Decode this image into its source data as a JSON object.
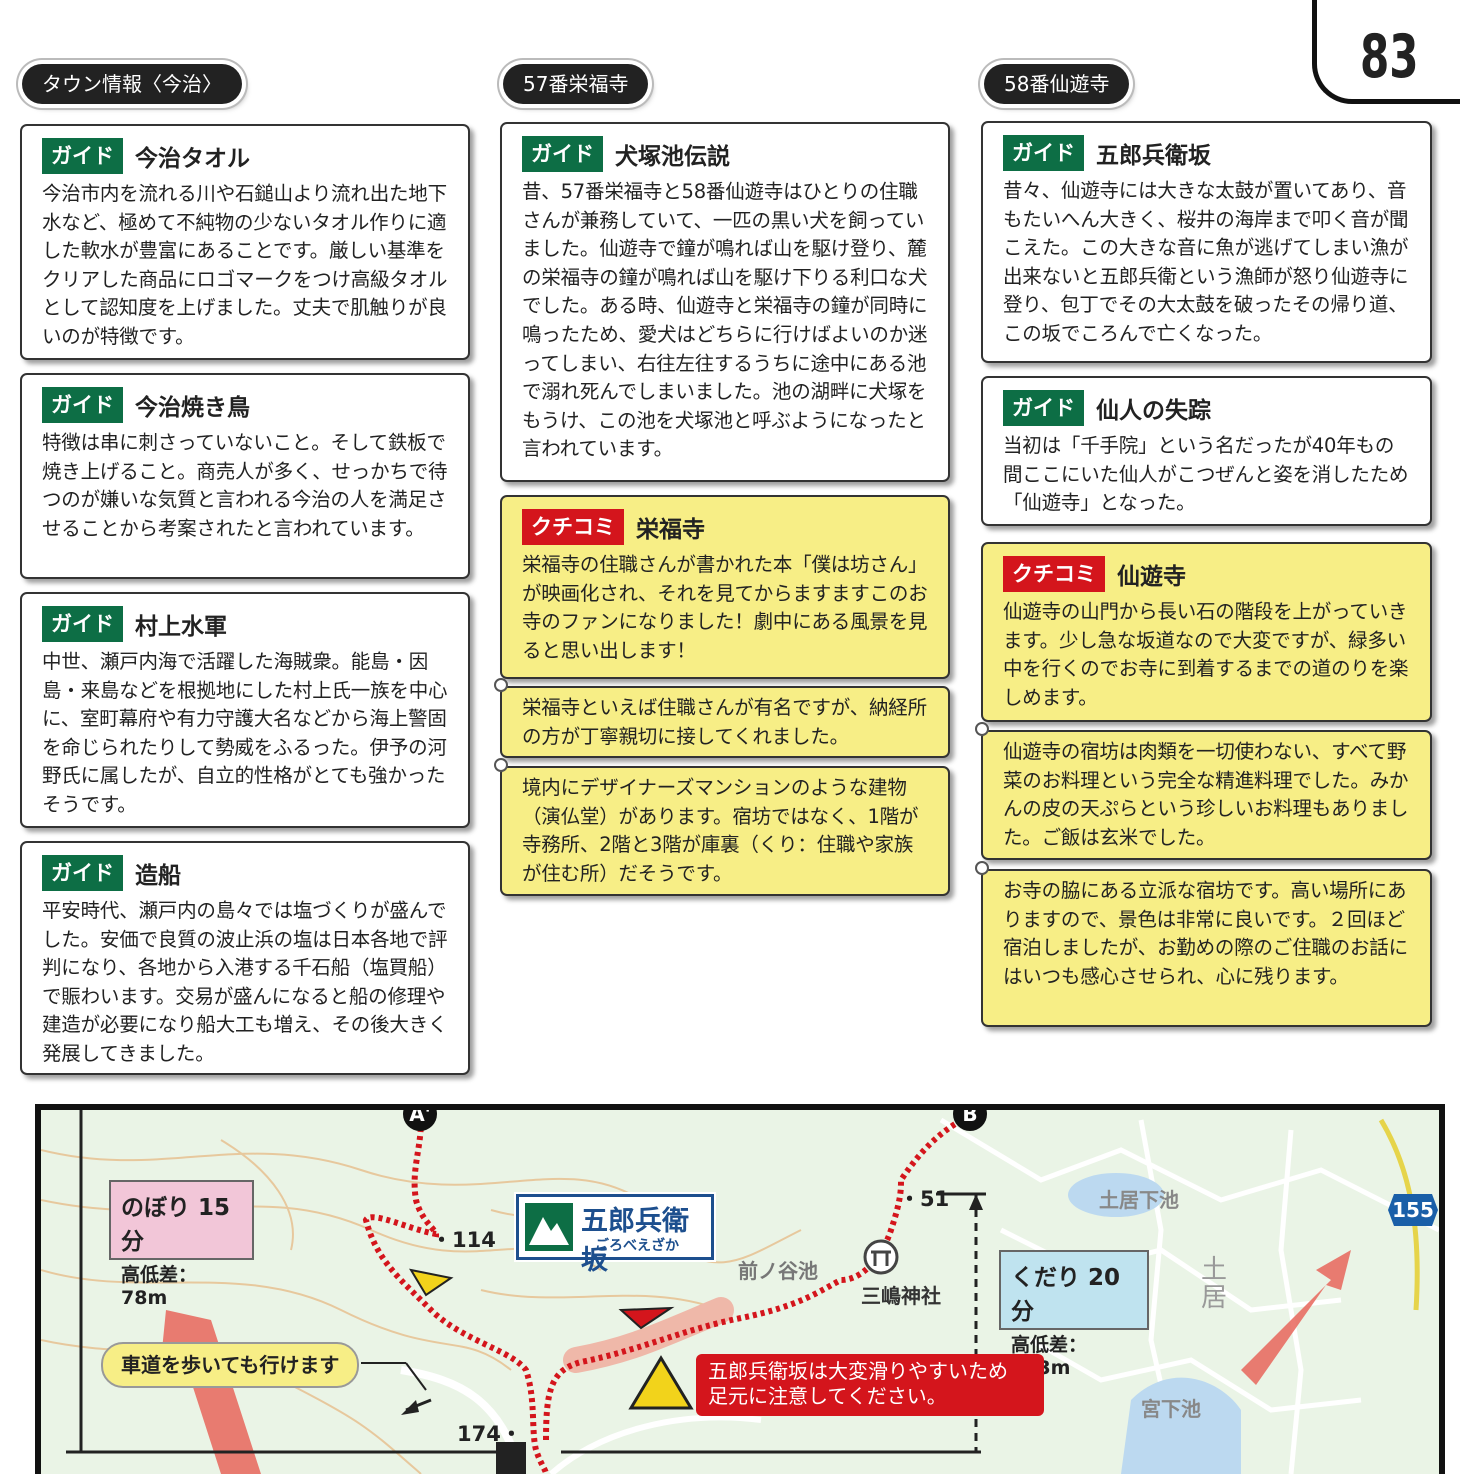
{
  "page_number": "83",
  "sections": {
    "imabari": {
      "label": "タウン情報〈今治〉",
      "cards": [
        {
          "tag": "ガイド",
          "title": "今治タオル",
          "body": "今治市内を流れる川や石鎚山より流れ出た地下水など、極めて不純物の少ないタオル作りに適した軟水が豊富にあることです。厳しい基準をクリアした商品にロゴマークをつけ高級タオルとして認知度を上げました。丈夫で肌触りが良いのが特徴です。"
        },
        {
          "tag": "ガイド",
          "title": "今治焼き鳥",
          "body": "特徴は串に刺さっていないこと。そして鉄板で焼き上げること。商売人が多く、せっかちで待つのが嫌いな気質と言われる今治の人を満足させることから考案されたと言われています。"
        },
        {
          "tag": "ガイド",
          "title": "村上水軍",
          "body": "中世、瀬戸内海で活躍した海賊衆。能島・因島・来島などを根拠地にした村上氏一族を中心に、室町幕府や有力守護大名などから海上警固を命じられたりして勢威をふるった。伊予の河野氏に属したが、自立的性格がとても強かったそうです。"
        },
        {
          "tag": "ガイド",
          "title": "造船",
          "body": "平安時代、瀬戸内の島々では塩づくりが盛んでした。安価で良質の波止浜の塩は日本各地で評判になり、各地から入港する千石船（塩買船）で賑わいます。交易が盛んになると船の修理や建造が必要になり船大工も増え、その後大きく発展してきました。"
        }
      ]
    },
    "eifukuji": {
      "label": "57番栄福寺",
      "guide": {
        "tag": "ガイド",
        "title": "犬塚池伝説",
        "body": "昔、57番栄福寺と58番仙遊寺はひとりの住職さんが兼務していて、一匹の黒い犬を飼っていました。仙遊寺で鐘が鳴れば山を駆け登り、麓の栄福寺の鐘が鳴れば山を駆け下りる利口な犬でした。ある時、仙遊寺と栄福寺の鐘が同時に鳴ったため、愛犬はどちらに行けばよいのか迷ってしまい、右往左往するうちに途中にある池で溺れ死んでしまいました。池の湖畔に犬塚をもうけ、この池を犬塚池と呼ぶようになったと言われています。"
      },
      "kuchikomi": {
        "tag": "クチコミ",
        "title": "栄福寺",
        "reviews": [
          "栄福寺の住職さんが書かれた本「僕は坊さん」が映画化され、それを見てからますますこのお寺のファンになりました！劇中にある風景を見ると思い出します！",
          "栄福寺といえば住職さんが有名ですが、納経所の方が丁寧親切に接してくれました。",
          "境内にデザイナーズマンションのような建物（演仏堂）があります。宿坊ではなく、1階が寺務所、2階と3階が庫裏（くり：住職や家族が住む所）だそうです。"
        ]
      }
    },
    "senyuji": {
      "label": "58番仙遊寺",
      "guides": [
        {
          "tag": "ガイド",
          "title": "五郎兵衛坂",
          "body": "昔々、仙遊寺には大きな太鼓が置いてあり、音もたいへん大きく、桜井の海岸まで叩く音が聞こえた。この大きな音に魚が逃げてしまい漁が出来ないと五郎兵衛という漁師が怒り仙遊寺に登り、包丁でその大太鼓を破ったその帰り道、この坂でころんで亡くなった。"
        },
        {
          "tag": "ガイド",
          "title": "仙人の失踪",
          "body": "当初は「千手院」という名だったが40年もの間ここにいた仙人がこつぜんと姿を消したため「仙遊寺」となった。"
        }
      ],
      "kuchikomi": {
        "tag": "クチコミ",
        "title": "仙遊寺",
        "reviews": [
          "仙遊寺の山門から長い石の階段を上がっていきます。少し急な坂道なので大変ですが、緑多い中を行くのでお寺に到着するまでの道のりを楽しめます。",
          "仙遊寺の宿坊は肉類を一切使わない、すべて野菜のお料理という完全な精進料理でした。みかんの皮の天ぷらという珍しいお料理もありました。ご飯は玄米でした。",
          "お寺の脇にある立派な宿坊です。高い場所にありますので、景色は非常に良いです。２回ほど宿泊しましたが、お勤めの際のご住職のお話にはいつも感心させられ、心に残ります。"
        ]
      }
    }
  },
  "map": {
    "marker_a": "A'",
    "marker_b": "B",
    "up": {
      "title": "のぼり 15分",
      "elev": "高低差：78m"
    },
    "down": {
      "title": "くだり 20分",
      "elev": "高低差：123m"
    },
    "slope_name": "五郎兵衛坂",
    "slope_reading": "ごろべえざか",
    "car_note": "車道を歩いても行けます",
    "warning": [
      "五郎兵衛坂は大変滑りやすいため",
      "足元に注意してください。"
    ],
    "labels": {
      "p114": "114",
      "p51": "51",
      "p174": "174",
      "maenoya": "前ノ谷池",
      "mishima": "三嶋神社",
      "doikeshita": "土居下池",
      "doi": "土居",
      "miyashita": "宮下池",
      "route155": "155"
    },
    "colors": {
      "trail": "#d4151c",
      "up_box": "#f2c6d8",
      "down_box": "#bfe3ef",
      "note_box": "#f7ee86"
    }
  }
}
